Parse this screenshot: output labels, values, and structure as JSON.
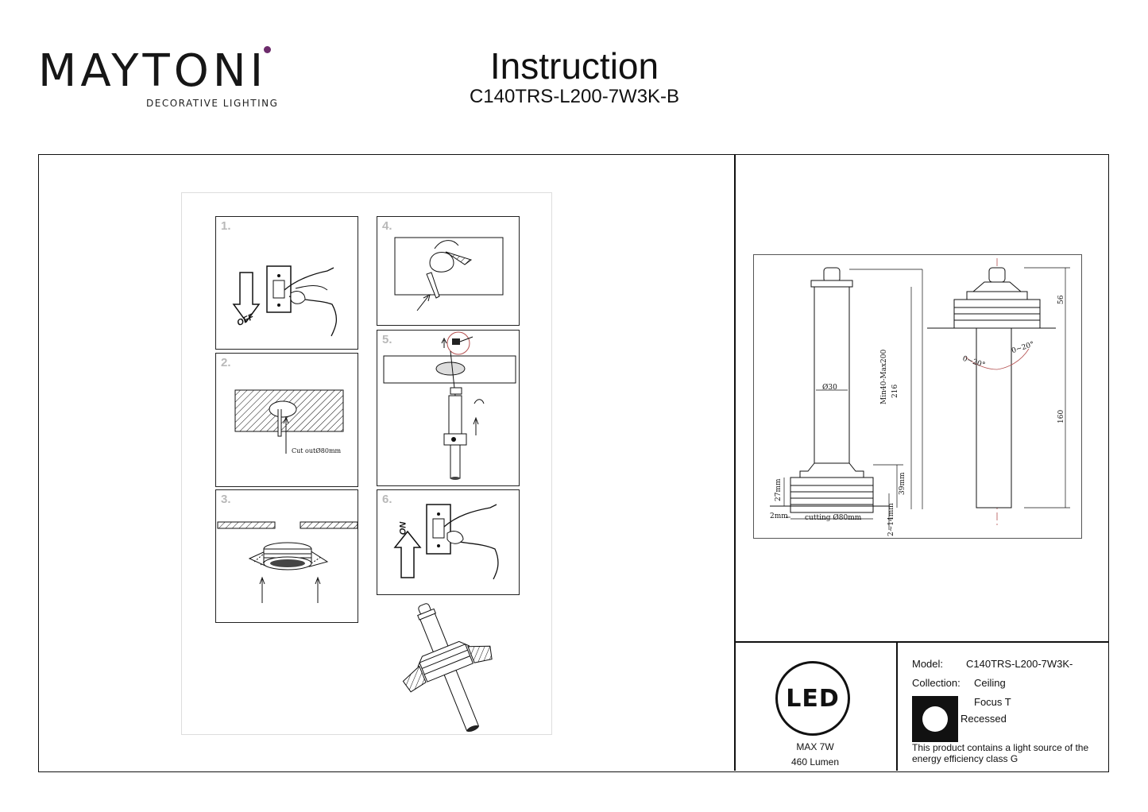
{
  "header": {
    "brand": "MAYTONI",
    "tagline": "DECORATIVE LIGHTING",
    "title": "Instruction",
    "model": "C140TRS-L200-7W3K-B"
  },
  "steps": [
    {
      "num": "1.",
      "label": "OFF"
    },
    {
      "num": "2.",
      "label": "Cut outØ80mm"
    },
    {
      "num": "3.",
      "label": ""
    },
    {
      "num": "4.",
      "label": ""
    },
    {
      "num": "5.",
      "label": ""
    },
    {
      "num": "6.",
      "label": "ON"
    }
  ],
  "dimensions": {
    "diameter": "Ø30",
    "range": "Min40-Max200",
    "total": "216",
    "top": "56",
    "length": "160",
    "h27": "27mm",
    "h39": "39mm",
    "lip": "2mm",
    "cutting": "cutting Ø80mm",
    "ceiling": "2~14mm",
    "angle": "0~20°"
  },
  "spec": {
    "led_text": "LED",
    "power": "MAX 7W",
    "lumen": "460 Lumen",
    "model_label": "Model:",
    "model_value": "C140TRS-L200-7W3K-",
    "collection_label": "Collection:",
    "collection_value": "Ceiling",
    "family": "Focus T",
    "mount": "Recessed",
    "energy_text_1": "This product contains a light source of the",
    "energy_text_2": "energy efficiency class G"
  }
}
